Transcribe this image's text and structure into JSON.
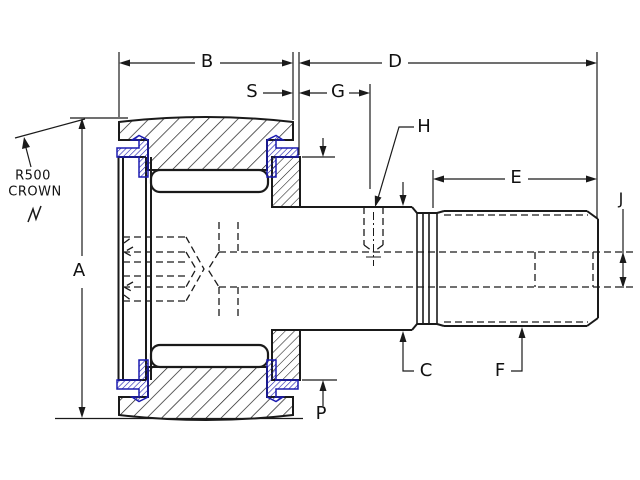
{
  "drawing_labels": {
    "A": "A",
    "B": "B",
    "C": "C",
    "D": "D",
    "E": "E",
    "F": "F",
    "G": "G",
    "H": "H",
    "J": "J",
    "P": "P",
    "S": "S"
  },
  "annotations": {
    "crown_radius": "R500",
    "crown_text": "CROWN"
  },
  "colors": {
    "line": "#1a1a1a",
    "seal_blue": "#1b1bb0",
    "background": "#ffffff"
  }
}
